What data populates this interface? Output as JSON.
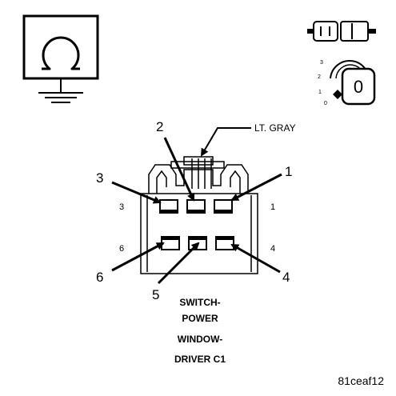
{
  "connector": {
    "wire_color_label": "LT. GRAY",
    "name_lines": [
      "SWITCH-",
      "POWER",
      "WINDOW-",
      "DRIVER C1"
    ],
    "callouts": [
      "1",
      "2",
      "3",
      "4",
      "5",
      "6"
    ],
    "cavity_labels": [
      "3",
      "1",
      "6",
      "4"
    ]
  },
  "ignition_key": {
    "position_marks": [
      "3",
      "2",
      "1",
      "0"
    ],
    "key_label": "0"
  },
  "figure_id": "81ceaf12",
  "icons": [
    "ohmmeter-ground-icon",
    "connector-icon",
    "ignition-key-icon"
  ]
}
